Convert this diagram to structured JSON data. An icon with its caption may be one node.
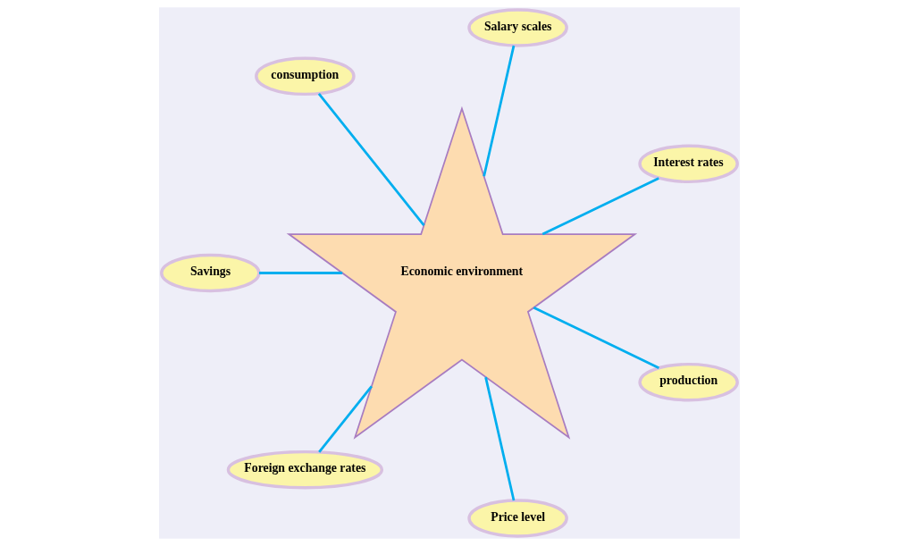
{
  "diagram": {
    "nodes": [
      {
        "text": [
          "Economic environment"
        ]
      },
      {
        "text": [
          "Interest rates"
        ]
      },
      {
        "text": [
          "Salary scales"
        ]
      },
      {
        "text": [
          "consumption"
        ]
      },
      {
        "text": [
          "Savings"
        ]
      },
      {
        "text": [
          "Foreign exchange rates"
        ]
      },
      {
        "text": [
          "Price level"
        ]
      },
      {
        "text": [
          "production"
        ]
      }
    ],
    "edges": [
      {
        "from": 0,
        "to": 1,
        "arrow": "none"
      },
      {
        "from": 0,
        "to": 2,
        "arrow": "none"
      },
      {
        "from": 0,
        "to": 3,
        "arrow": "none"
      },
      {
        "from": 0,
        "to": 4,
        "arrow": "none"
      },
      {
        "from": 0,
        "to": 5,
        "arrow": "none"
      },
      {
        "from": 0,
        "to": 6,
        "arrow": "none"
      },
      {
        "from": 0,
        "to": 7,
        "arrow": "none"
      }
    ]
  }
}
